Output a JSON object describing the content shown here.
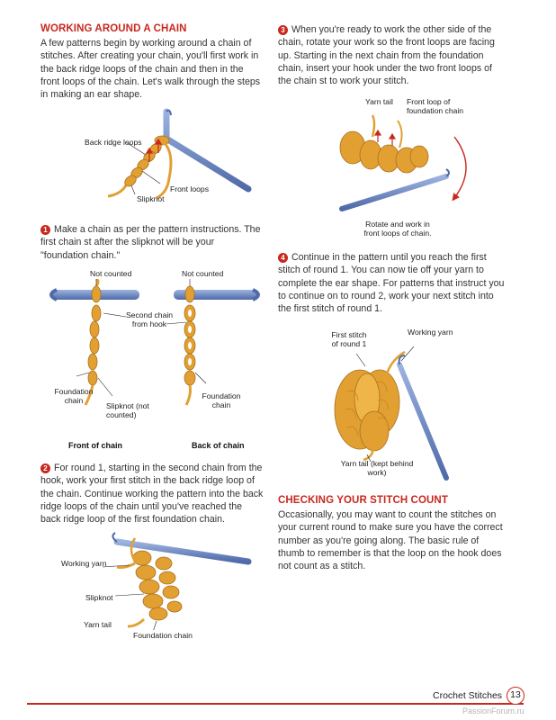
{
  "left": {
    "heading": "WORKING AROUND A CHAIN",
    "intro": "A few patterns begin by working around a chain of stitches. After creating your chain, you'll first work in the back ridge loops of the chain and then in the front loops of the chain. Let's walk through the steps in making an ear shape.",
    "fig1": {
      "back_ridge": "Back ridge loops",
      "front_loops": "Front loops",
      "slipknot": "Slipknot"
    },
    "step1": {
      "num": "1",
      "text": "Make a chain as per the pattern instructions. The first chain st after the slipknot will be your \"foundation chain.\""
    },
    "fig2": {
      "not_counted_left": "Not counted",
      "not_counted_right": "Not counted",
      "second_chain": "Second chain from hook",
      "foundation_left": "Foundation chain",
      "slipknot": "Slipknot (not counted)",
      "foundation_right": "Foundation chain",
      "cap_front": "Front of chain",
      "cap_back": "Back of chain"
    },
    "step2": {
      "num": "2",
      "text": "For round 1, starting in the second chain from the hook, work your first stitch in the back ridge loop of the chain. Continue working the pattern into the back ridge loops of the chain until you've reached the back ridge loop of the first foundation chain."
    },
    "fig3": {
      "working_yarn": "Working yarn",
      "slipknot": "Slipknot",
      "yarn_tail": "Yarn tail",
      "foundation": "Foundation chain"
    }
  },
  "right": {
    "step3": {
      "num": "3",
      "text": "When you're ready to work the other side of the chain, rotate your work so the front loops are facing up. Starting in the next chain from the foundation chain, insert your hook under the two front loops of the chain st to work your stitch."
    },
    "fig4": {
      "yarn_tail": "Yarn tail",
      "front_loop": "Front loop of foundation chain",
      "rotate": "Rotate and work in front loops of chain."
    },
    "step4": {
      "num": "4",
      "text": "Continue in the pattern until you reach the first stitch of round 1. You can now tie off your yarn to complete the ear shape. For patterns that instruct you to continue on to round 2, work your next stitch into the first stitch of round 1."
    },
    "fig5": {
      "first_stitch": "First stitch of round 1",
      "working_yarn": "Working yarn",
      "yarn_tail": "Yarn tail (kept behind work)"
    },
    "heading2": "CHECKING YOUR STITCH COUNT",
    "text2": "Occasionally, you may want to count the stitches on your current round to make sure you have the correct number as you're going along. The basic rule of thumb to remember is that the loop on the hook does not count as a stitch."
  },
  "footer": {
    "section": "Crochet Stitches",
    "page": "13",
    "watermark": "PassionForum.ru"
  },
  "colors": {
    "accent": "#c8281e",
    "yarn": "#e2a033",
    "hook": "#6f8ac4"
  }
}
